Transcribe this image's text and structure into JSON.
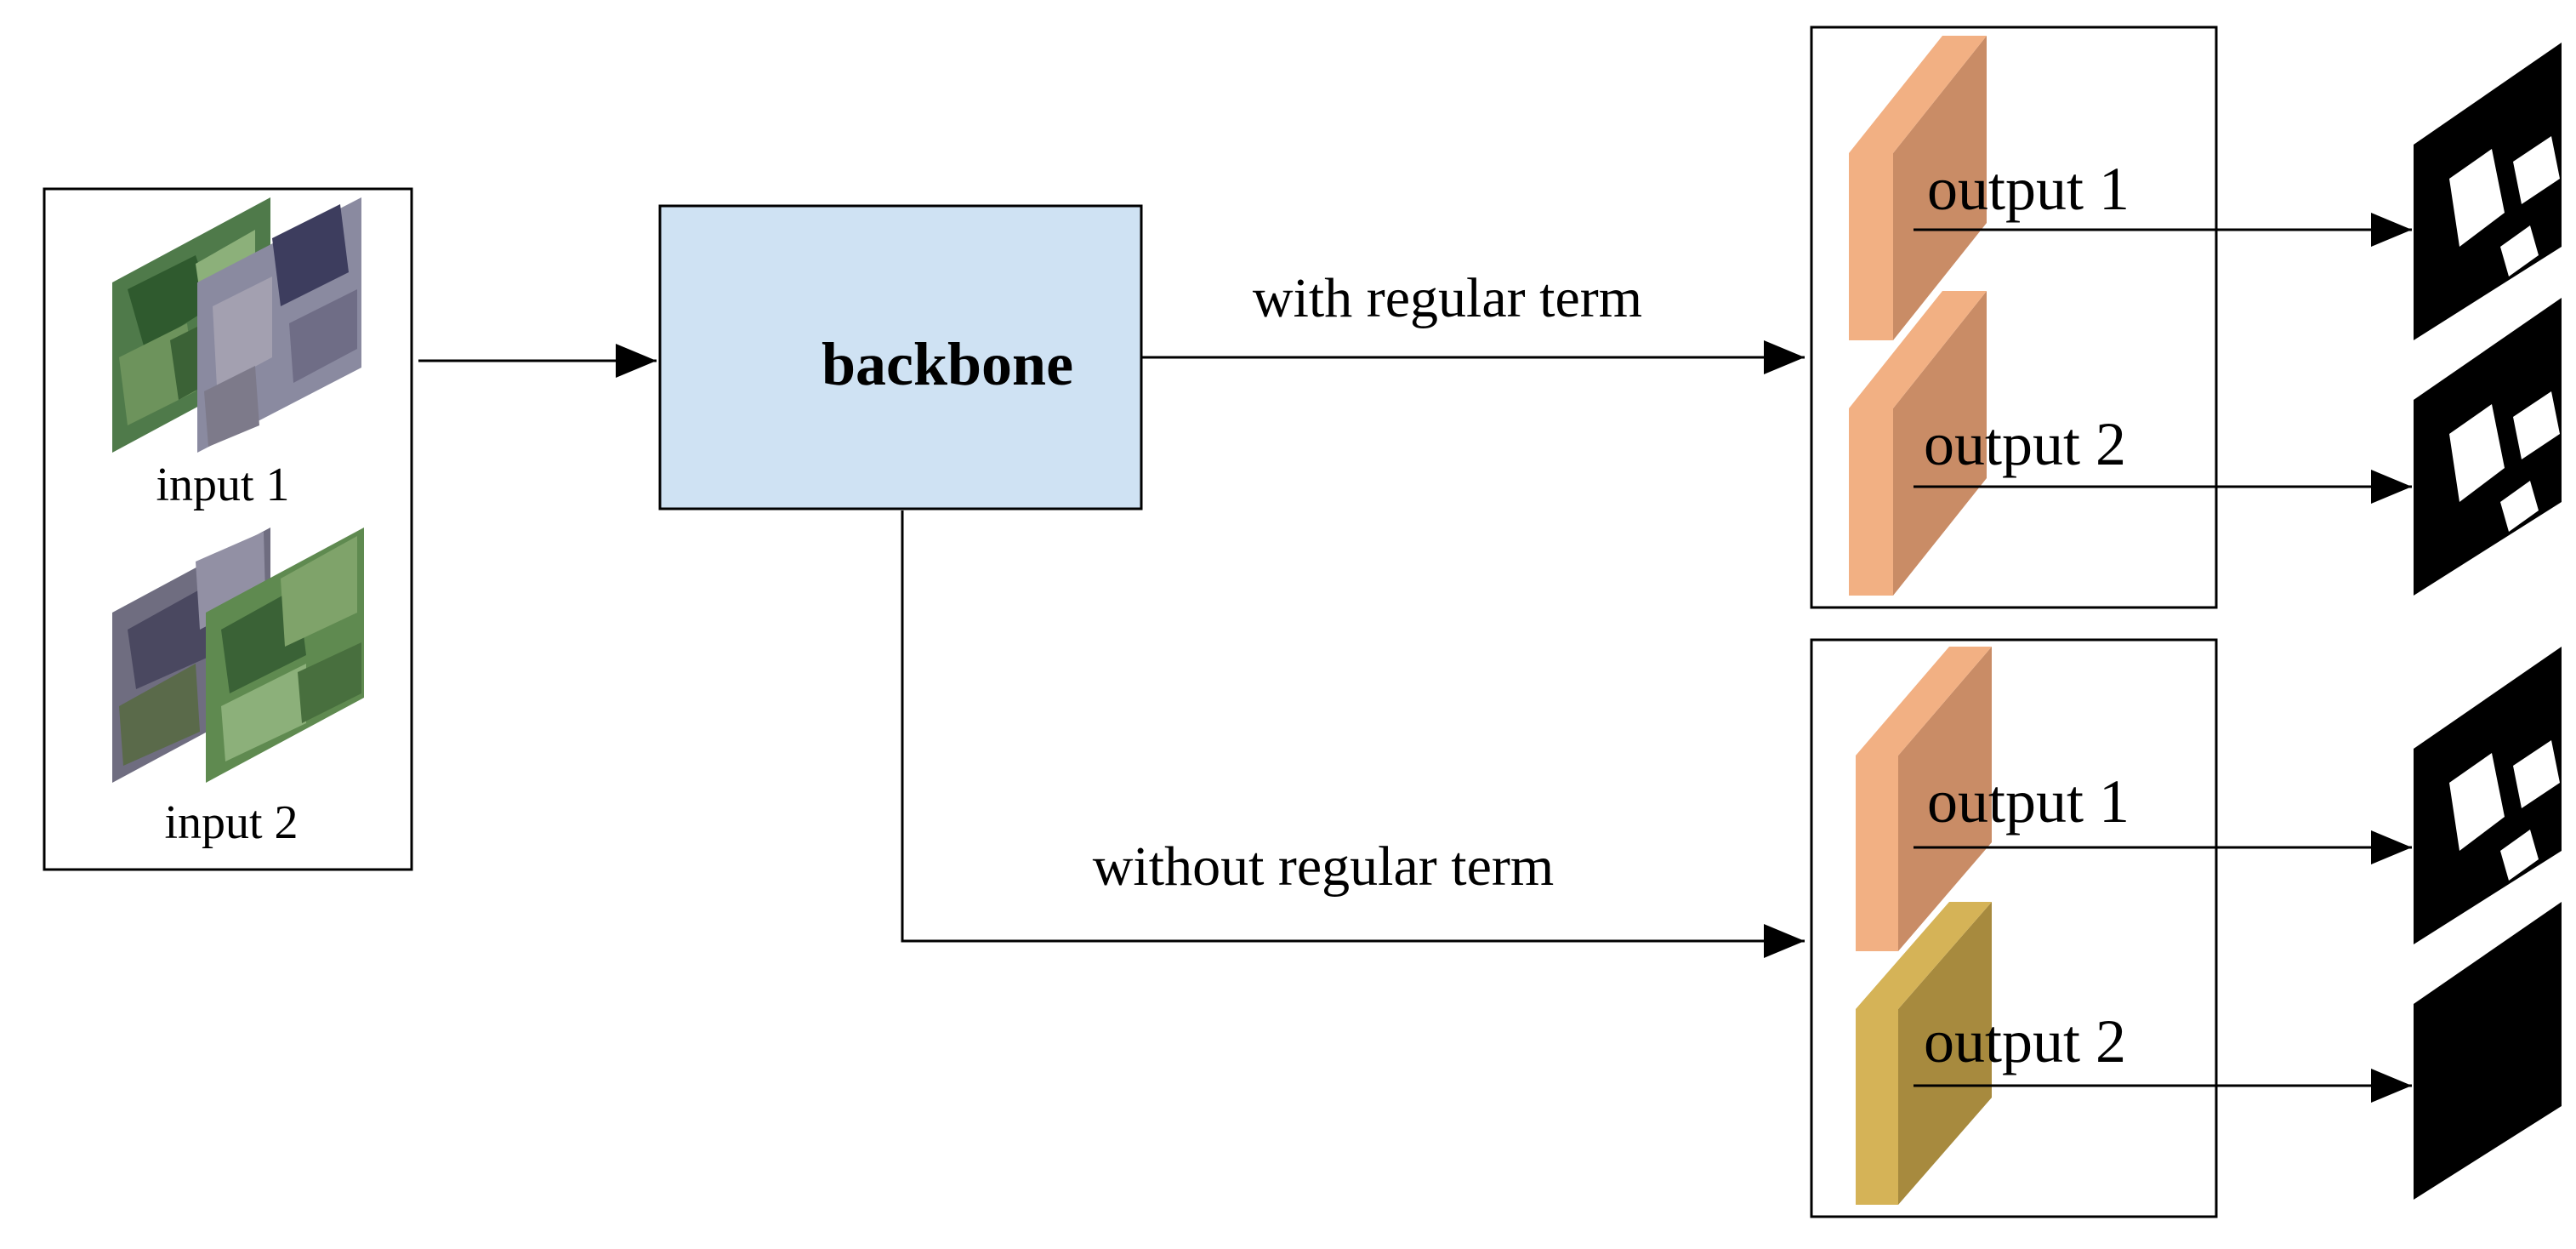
{
  "inputs": {
    "input1_label": "input 1",
    "input2_label": "input 2"
  },
  "backbone": {
    "label": "backbone",
    "fill_color": "#cfe2f3"
  },
  "branches": {
    "top_label": "with regular term",
    "bottom_label": "without regular term"
  },
  "outputs": {
    "top_output1_label": "output 1",
    "top_output2_label": "output 2",
    "bottom_output1_label": "output 1",
    "bottom_output2_label": "output 2"
  },
  "colors": {
    "output_block_salmon_front": "#f2b083",
    "output_block_salmon_side": "#c98c66",
    "output_block_gold_front": "#d5b357",
    "output_block_gold_side": "#a78a3e",
    "mask": "#000000"
  }
}
